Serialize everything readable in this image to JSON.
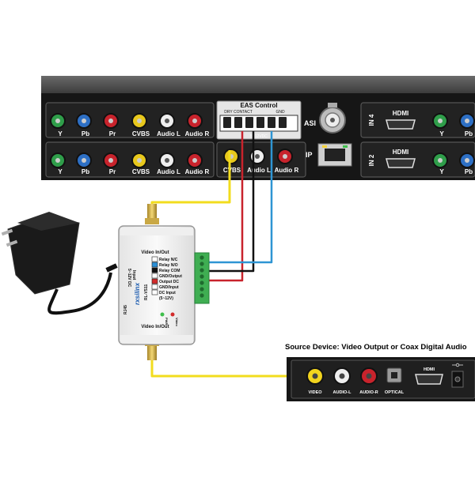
{
  "rack": {
    "eas_title": "EAS Control",
    "dry_contact": "DRY CONTACT",
    "gnd": "GND",
    "voltage": "5~12VDC",
    "asi": "ASI",
    "ip": "IP",
    "in4": "IN 4",
    "in2": "IN 2",
    "hdmi": "HDMI",
    "top_row": [
      "Y",
      "Pb",
      "Pr",
      "CVBS",
      "Audio L",
      "Audio R"
    ],
    "bottom_row": [
      "Y",
      "Pb",
      "Pr",
      "CVBS",
      "Audio L",
      "Audio R"
    ],
    "right_row": [
      "Y",
      "Pb"
    ],
    "lower_cvbs": "CVBS",
    "lower_audio_l": "Audio L",
    "lower_audio_r": "Audio R"
  },
  "relay_box": {
    "video_in_out_top": "Video In/Out",
    "video_in_out_bottom": "Video In/Out",
    "dc_input_side_1": "5~12V DC",
    "dc_input_side_2": "Input",
    "brand": "rxsilinx",
    "model": "RL-VS11",
    "rj45": "RJ45",
    "pwr": "PWR",
    "video_led": "Video",
    "terminals": [
      {
        "label": "Relay N/C",
        "color": "#ffffff"
      },
      {
        "label": "Relay N/O",
        "color": "#2a8fd6"
      },
      {
        "label": "Relay COM",
        "color": "#111111"
      },
      {
        "label": "GND/Output",
        "color": "#ffffff"
      },
      {
        "label": "Output DC",
        "color": "#d22b2b"
      },
      {
        "label": "GND/Input",
        "color": "#ffffff"
      },
      {
        "label": "DC Input",
        "color": "#ffffff"
      },
      {
        "label": "(5~12V)",
        "color": "#ffffff"
      }
    ]
  },
  "source": {
    "title": "Source Device: Video Output or Coax Digital Audio",
    "video": "VIDEO",
    "audio_l": "AUDIO-L",
    "audio_r": "AUDIO-R",
    "optical": "OPTICAL",
    "hdmi": "HDMI"
  },
  "colors": {
    "yellow_cable": "#f2dc1e",
    "red_cable": "#c8232c",
    "blue_cable": "#2e95d3",
    "black_cable": "#111111",
    "terminal_green": "#3fae52",
    "rack_dark": "#1c1c1c"
  }
}
